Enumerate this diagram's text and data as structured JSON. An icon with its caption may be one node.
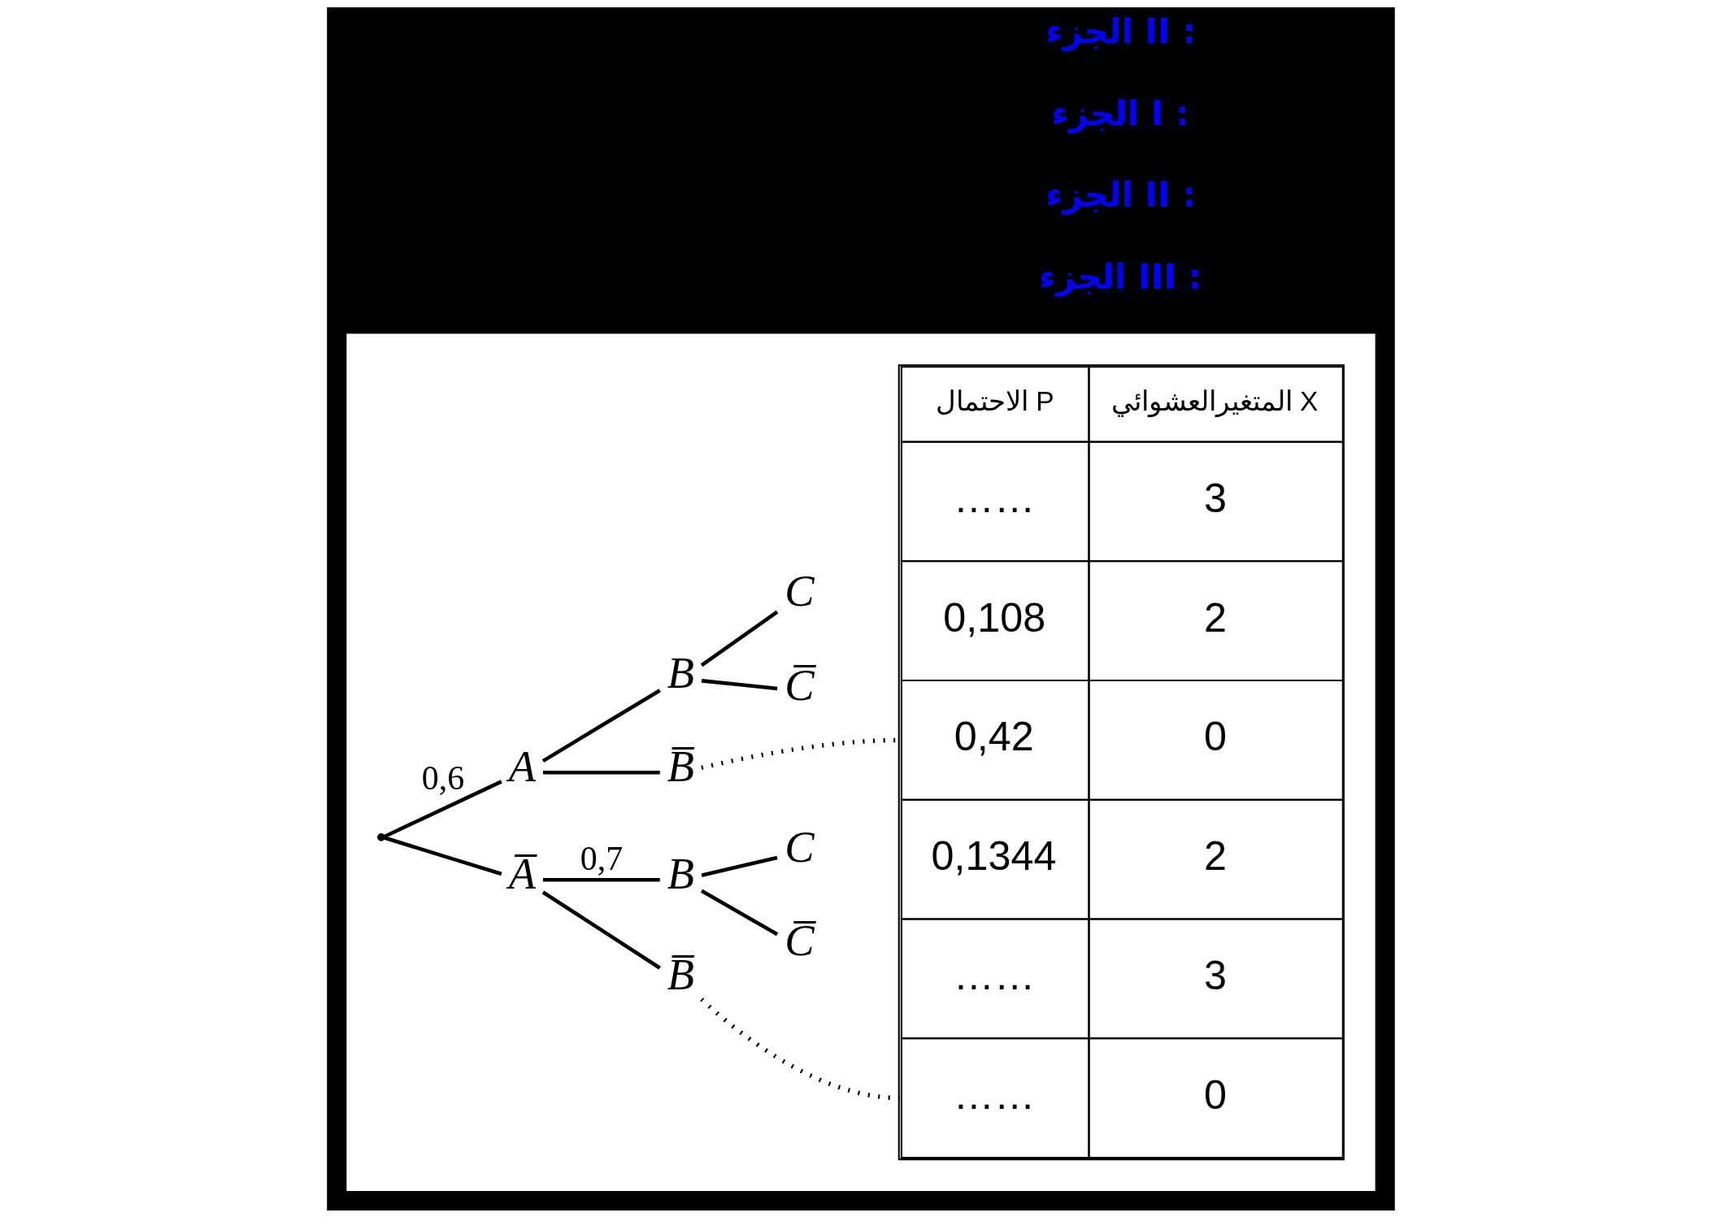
{
  "diagram": {
    "nodes": [
      {
        "text": [],
        "shape": "box"
      },
      {
        "text": [],
        "shape": "point",
        "in": 0
      },
      {
        "text": [
          "A"
        ],
        "in": 0
      },
      {
        "text": [
          "B"
        ],
        "in": 0
      },
      {
        "text": [
          "C"
        ],
        "in": 0
      },
      {
        "text": [
          "C̅"
        ],
        "in": 0
      },
      {
        "text": [
          "B̅"
        ],
        "in": 0
      },
      {
        "text": [
          "A̅"
        ],
        "in": 0
      },
      {
        "text": [
          "B"
        ],
        "in": 0
      },
      {
        "text": [
          "C"
        ],
        "in": 0
      },
      {
        "text": [
          "C̅"
        ],
        "in": 0
      },
      {
        "text": [
          "B̅"
        ],
        "in": 0
      },
      {
        "text": [
          "الاحتمال P",
          "المتغيرالعشوائي X",
          "……",
          "3",
          "0,108",
          "2",
          "0,42",
          "0",
          "0,1344",
          "2",
          "……",
          "3",
          "……",
          "0"
        ],
        "in": 0
      }
    ],
    "edges": [
      {
        "from": 1,
        "to": 2,
        "arrow": "none",
        "label": "0,6"
      },
      {
        "from": 1,
        "to": 7,
        "arrow": "none"
      },
      {
        "from": 2,
        "to": 3,
        "arrow": "none"
      },
      {
        "from": 2,
        "to": 6,
        "arrow": "none"
      },
      {
        "from": 3,
        "to": 4,
        "arrow": "none"
      },
      {
        "from": 3,
        "to": 5,
        "arrow": "none"
      },
      {
        "from": 7,
        "to": 8,
        "arrow": "none",
        "label": "0,7"
      },
      {
        "from": 7,
        "to": 11,
        "arrow": "none"
      },
      {
        "from": 8,
        "to": 9,
        "arrow": "none"
      },
      {
        "from": 8,
        "to": 10,
        "arrow": "none"
      },
      {
        "from": 6,
        "to": 12,
        "arrow": "none",
        "style": "dashed"
      },
      {
        "from": 11,
        "to": 12,
        "arrow": "none",
        "style": "dashed"
      }
    ],
    "labels": [
      "الجزء II :",
      "الجزء I :",
      "الجزء II :",
      "الجزء III :"
    ]
  }
}
